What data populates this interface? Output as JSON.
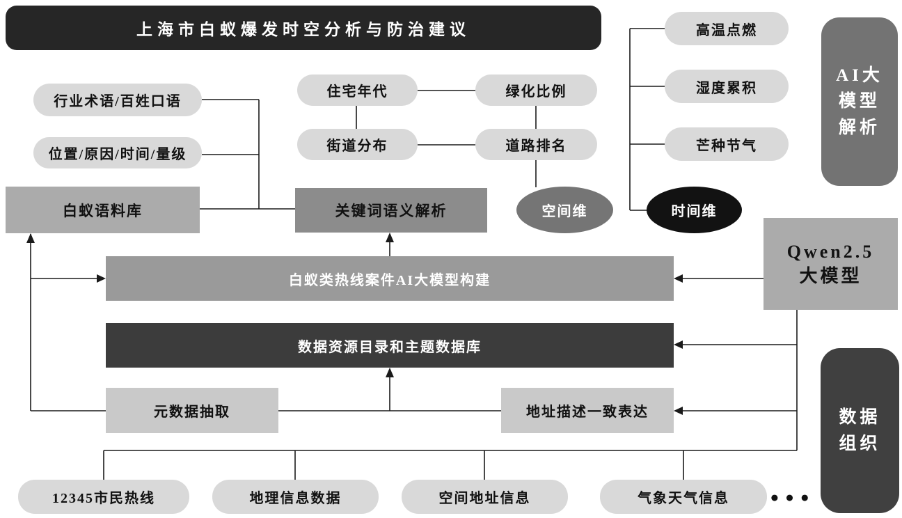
{
  "diagram_title": "上海市白蚁爆发时空分析与防治建议",
  "nodes": {
    "industry_term": "行业术语/百姓口语",
    "position_reason": "位置/原因/时间/量级",
    "housing_age": "住宅年代",
    "greening_ratio": "绿化比例",
    "street_distribution": "街道分布",
    "road_ranking": "道路排名",
    "high_temp_ignite": "高温点燃",
    "humidity_accumulate": "湿度累积",
    "mangzhong_solar_term": "芒种节气",
    "termite_corpus": "白蚁语料库",
    "keyword_semantic_parse": "关键词语义解析",
    "space_dimension": "空间维",
    "time_dimension": "时间维",
    "ai_model_build": "白蚁类热线案件AI大模型构建",
    "data_catalog": "数据资源目录和主题数据库",
    "metadata_extract": "元数据抽取",
    "address_consistent": "地址描述一致表达",
    "hotline_12345": "12345市民热线",
    "geo_info_data": "地理信息数据",
    "spatial_address_info": "空间地址信息",
    "weather_info": "气象天气信息",
    "more_dots": "●●●"
  },
  "side_labels": {
    "ai_parse_lines": [
      "AI大",
      "模型",
      "解析"
    ],
    "qwen_lines": [
      "Qwen2.5",
      "大模型"
    ],
    "data_org_lines": [
      "数据",
      "组织"
    ]
  },
  "colors": {
    "title_bg": "#262626",
    "pill_bg": "#d9d9d9",
    "corpus_bg": "#ababab",
    "keyword_bg": "#8c8c8c",
    "space_ellipse_bg": "#757575",
    "time_ellipse_bg": "#121212",
    "ai_parse_tab_bg": "#737373",
    "qwen_bg": "#ababab",
    "ai_build_bg": "#9a9a9a",
    "data_catalog_bg": "#3c3c3c",
    "light_rect_bg": "#c9c9c9",
    "data_org_bg": "#404040",
    "wire": "#1a1a1a"
  }
}
